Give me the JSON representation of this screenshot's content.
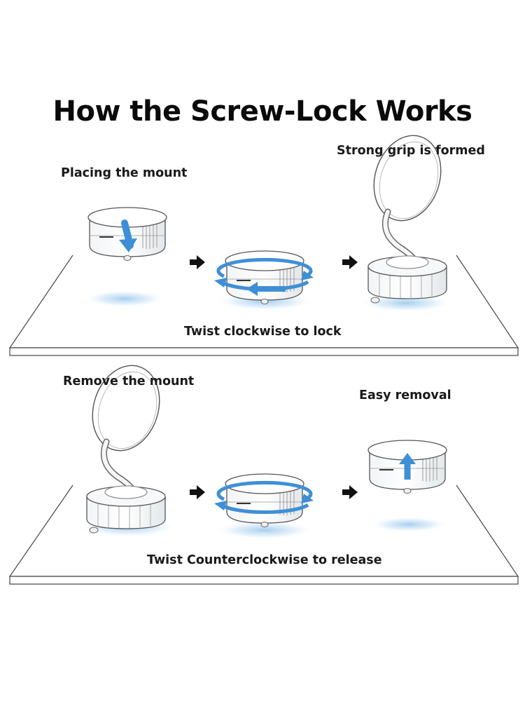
{
  "title": "How the Screw-Lock Works",
  "top_section": {
    "step1_label": "Placing the mount",
    "step3_label": "Strong grip is formed",
    "caption": "Twist clockwise to lock"
  },
  "bottom_section": {
    "step1_label": "Remove the mount",
    "step3_label": "Easy removal",
    "caption": "Twist Counterclockwise to release"
  },
  "colors": {
    "accent_blue": "#3f8fd6",
    "glow_blue": "#cfe6f7",
    "outline": "#555555"
  },
  "icons": [
    "right-arrow-icon",
    "rotation-arrow-icon",
    "direction-arrow-icon"
  ]
}
